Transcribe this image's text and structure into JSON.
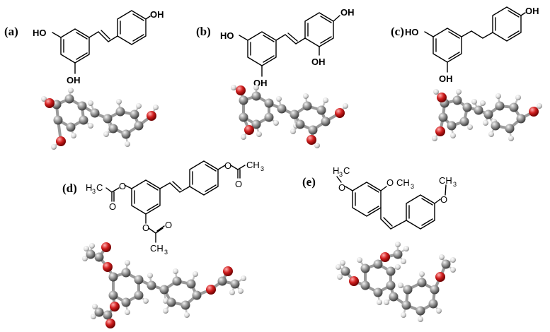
{
  "panels": {
    "a": {
      "label": "(a)",
      "oh_top": "HO",
      "oh_bottom": "OH",
      "oh_right": "OH"
    },
    "b": {
      "label": "(b)",
      "oh_top": "HO",
      "oh_bottom": "OH",
      "oh_right": "OH",
      "oh_ortho": "OH"
    },
    "c": {
      "label": "(c)",
      "oh_top": "HO",
      "oh_bottom": "OH",
      "oh_right": "OH"
    },
    "d": {
      "label": "(d)",
      "methyl_left": "H",
      "methyl_left_sub": "3",
      "methyl_left_c": "C",
      "o_ester1": "O",
      "o_carbonyl1": "O",
      "o_ester2": "O",
      "o_carbonyl2": "O",
      "methyl_bottom": "CH",
      "methyl_bottom_sub": "3",
      "o_ester3": "O",
      "o_carbonyl3": "O",
      "methyl_right": "CH",
      "methyl_right_sub": "3"
    },
    "e": {
      "label": "(e)",
      "methoxy_left_h": "H",
      "methoxy_left_sub": "3",
      "methoxy_left_c": "C",
      "methoxy_left_o": "O",
      "methoxy_right_o": "O",
      "methoxy_right_ch": "CH",
      "methoxy_right_sub": "3",
      "methoxy_para_ch": "CH",
      "methoxy_para_sub": "3",
      "methoxy_para_o": "O"
    }
  },
  "colors": {
    "carbon": "#8c8c8c",
    "oxygen": "#d11f1f",
    "hydrogen": "#dcdcdc",
    "bond": "#000000"
  }
}
